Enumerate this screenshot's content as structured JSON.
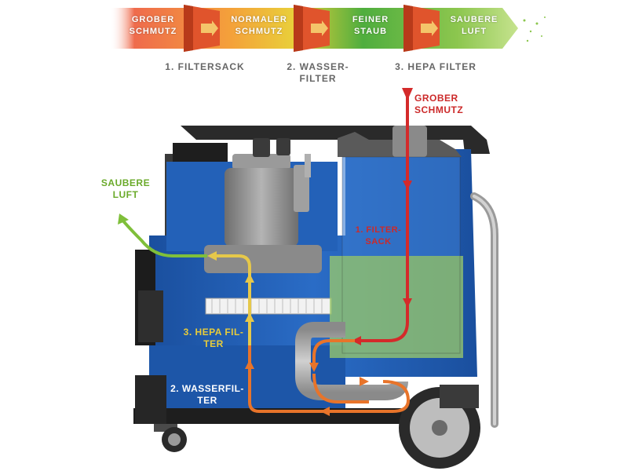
{
  "process_band": {
    "segments": [
      {
        "label_line1": "GROBER",
        "label_line2": "SCHMUTZ",
        "color": "#e8553a"
      },
      {
        "label_line1": "NORMALER",
        "label_line2": "SCHMUTZ",
        "color": "#f0b42e"
      },
      {
        "label_line1": "FEINER",
        "label_line2": "STAUB",
        "color": "#4fae3e"
      },
      {
        "label_line1": "SAUBERE",
        "label_line2": "LUFT",
        "color": "#9ccf5a"
      }
    ],
    "filter_color": "#e0542c"
  },
  "stages": [
    {
      "line1": "1. FILTERSACK",
      "line2": ""
    },
    {
      "line1": "2. WASSER-",
      "line2": "FILTER"
    },
    {
      "line1": "3. HEPA FILTER",
      "line2": ""
    }
  ],
  "diagram": {
    "inlet_label_line1": "GROBER",
    "inlet_label_line2": "SCHMUTZ",
    "outlet_label_line1": "SAUBERE",
    "outlet_label_line2": "LUFT",
    "filter_sack_line1": "1. FILTER-",
    "filter_sack_line2": "SACK",
    "hepa_line1": "3. HEPA FIL-",
    "hepa_line2": "TER",
    "water_line1": "2. WASSERFIL-",
    "water_line2": "TER",
    "colors": {
      "body_blue": "#1f5fb4",
      "dirty_red": "#d42a2a",
      "water_orange": "#e8742a",
      "hepa_yellow": "#e6c84a",
      "clean_green": "#7fbf3a",
      "inlet_text": "#cc2a2a",
      "outlet_text": "#6aaa2a",
      "hepa_text": "#e8cc3a",
      "water_text": "#ffffff"
    }
  }
}
